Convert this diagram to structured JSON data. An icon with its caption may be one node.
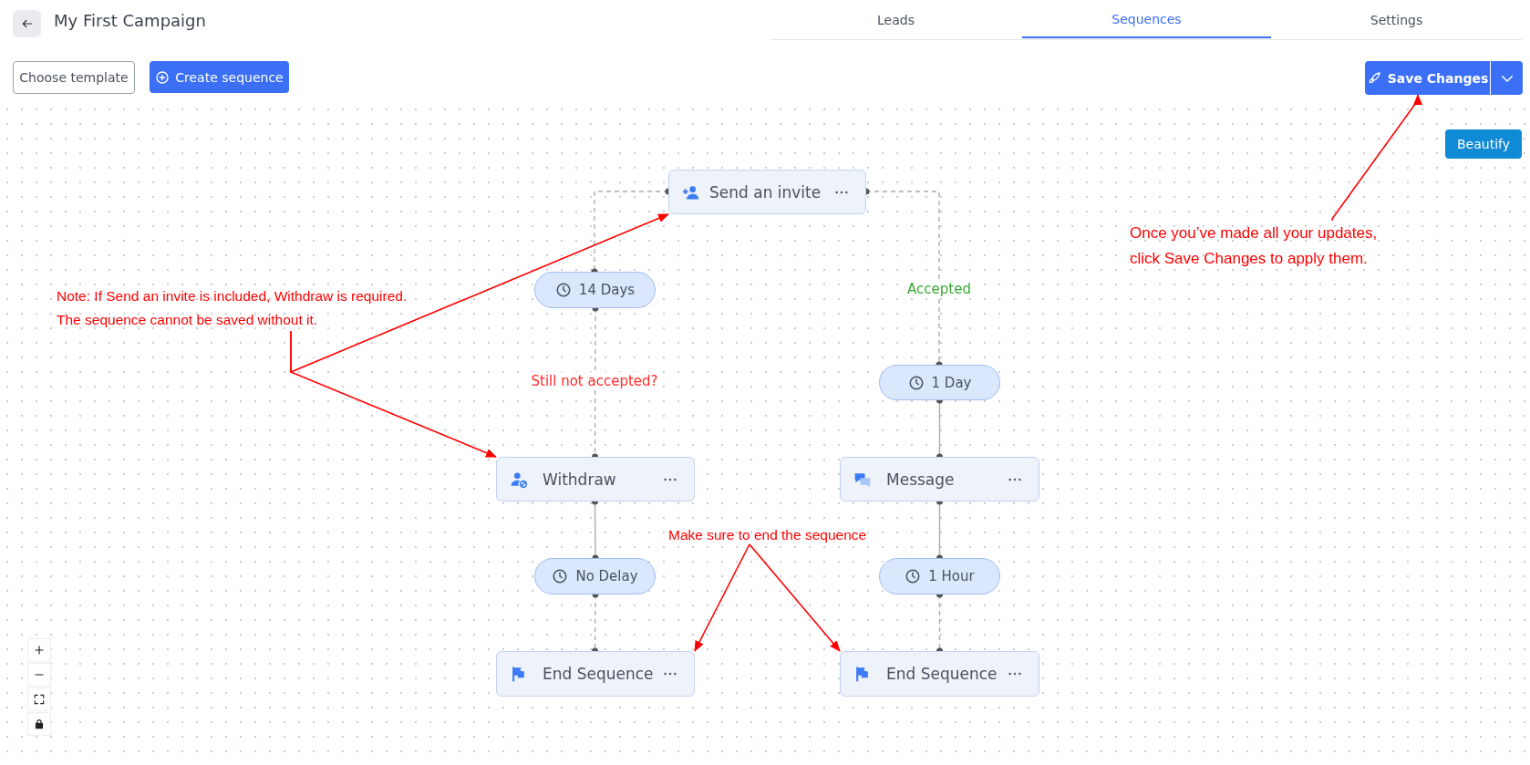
{
  "diagram": {
    "title": "My First Campaign",
    "nodes": [
      {
        "text": [
          "Send an invite"
        ]
      },
      {
        "text": [
          "14 Days"
        ]
      },
      {
        "text": [
          "1 Day"
        ]
      },
      {
        "text": [
          "Withdraw"
        ]
      },
      {
        "text": [
          "Message"
        ]
      },
      {
        "text": [
          "No Delay"
        ]
      },
      {
        "text": [
          "1 Hour"
        ]
      },
      {
        "text": [
          "End Sequence"
        ]
      },
      {
        "text": [
          "End Sequence"
        ]
      },
      {
        "text": [
          "Note: If Send an invite is included, Withdraw is required. The sequence cannot be saved without it."
        ]
      },
      {
        "text": [
          "Make sure to end the sequence"
        ]
      },
      {
        "text": [
          "Once you’ve made all your updates, click Save Changes to apply them."
        ]
      },
      {
        "text": [
          "Save Changes"
        ]
      },
      {
        "text": [
          "Choose template"
        ]
      },
      {
        "text": [
          "Create sequence"
        ]
      },
      {
        "text": [
          "Beautify"
        ]
      }
    ],
    "edges": [
      {
        "from": 0,
        "to": 1,
        "arrow": "other",
        "style": "dashed"
      },
      {
        "from": 1,
        "to": 3,
        "arrow": "other",
        "style": "dashed",
        "label": "Still not accepted?"
      },
      {
        "from": 0,
        "to": 2,
        "arrow": "other",
        "style": "dashed",
        "label": "Accepted"
      },
      {
        "from": 2,
        "to": 4,
        "arrow": "other"
      },
      {
        "from": 3,
        "to": 5,
        "arrow": "other"
      },
      {
        "from": 5,
        "to": 7,
        "arrow": "other",
        "style": "dashed"
      },
      {
        "from": 4,
        "to": 6,
        "arrow": "other"
      },
      {
        "from": 6,
        "to": 8,
        "arrow": "other",
        "style": "dashed"
      },
      {
        "from": 9,
        "to": 0,
        "arrow": "to",
        "color": "#ff0000"
      },
      {
        "from": 9,
        "to": 3,
        "arrow": "to",
        "color": "#ff0000"
      },
      {
        "from": 10,
        "to": 7,
        "arrow": "to",
        "color": "#ff0000"
      },
      {
        "from": 10,
        "to": 8,
        "arrow": "to",
        "color": "#ff0000"
      },
      {
        "from": 11,
        "to": 12,
        "arrow": "to",
        "color": "#ff0000"
      }
    ],
    "labels": [
      "Leads",
      "Sequences",
      "Settings"
    ]
  }
}
